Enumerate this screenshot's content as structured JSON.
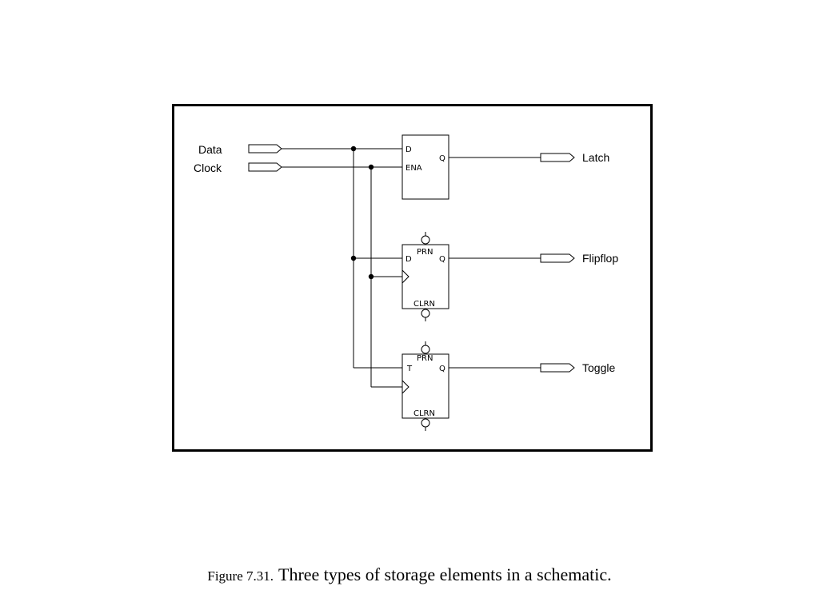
{
  "schematic": {
    "inputs": [
      {
        "label": "Data"
      },
      {
        "label": "Clock"
      }
    ],
    "elements": [
      {
        "kind": "latch",
        "pins": {
          "d": "D",
          "ena": "ENA",
          "q": "Q"
        },
        "output_label": "Latch"
      },
      {
        "kind": "flipflop",
        "pins": {
          "d": "D",
          "q": "Q",
          "prn": "PRN",
          "clrn": "CLRN"
        },
        "output_label": "Flipflop"
      },
      {
        "kind": "toggle",
        "pins": {
          "t": "T",
          "q": "Q",
          "prn": "PRN",
          "clrn": "CLRN"
        },
        "output_label": "Toggle"
      }
    ]
  },
  "caption": {
    "number": "Figure 7.31.",
    "text": "Three types of storage elements in a schematic."
  },
  "colors": {
    "line": "#000000",
    "background": "#ffffff"
  }
}
